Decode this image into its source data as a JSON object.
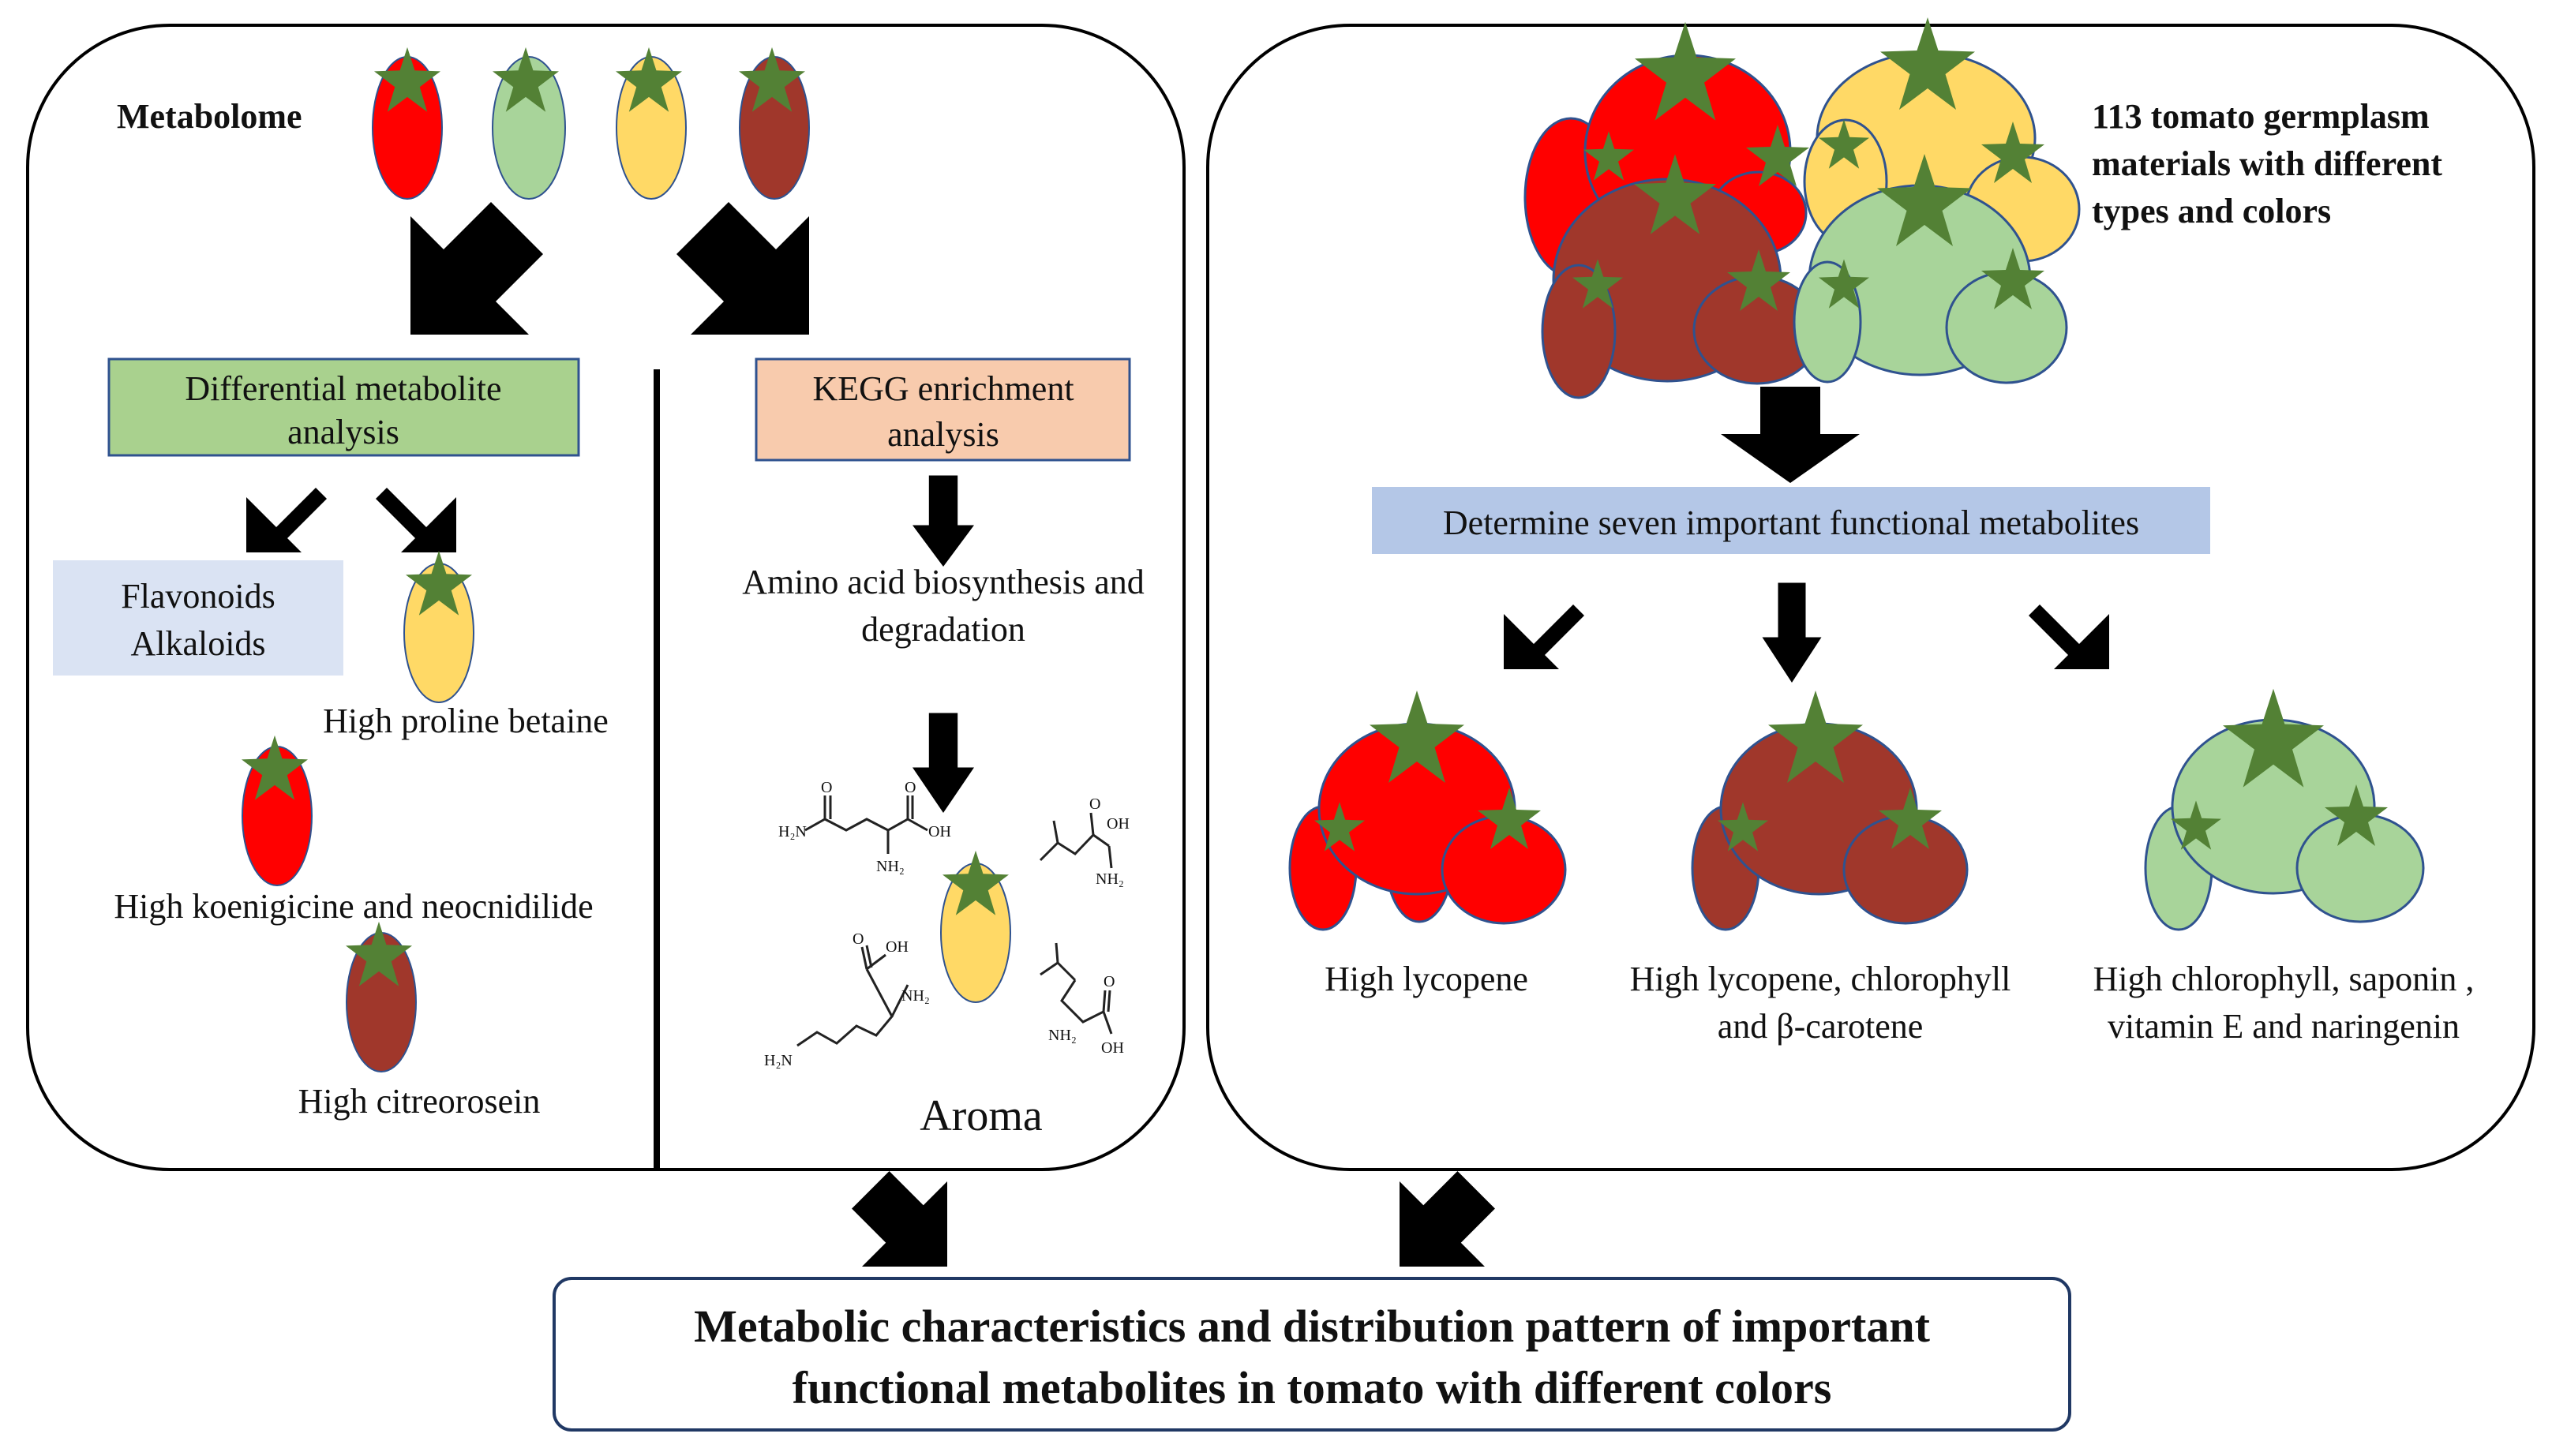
{
  "left_panel": {
    "metabolome_label": "Metabolome",
    "differential_box": {
      "line1": "Differential metabolite",
      "line2": "analysis"
    },
    "kegg_box": {
      "line1": "KEGG enrichment",
      "line2": "analysis"
    },
    "flavonoids_box": {
      "line1": "Flavonoids",
      "line2": "Alkaloids"
    },
    "label_high_proline": "High proline betaine",
    "label_high_koenigicine": "High koenigicine and neocnidilide",
    "label_high_citreorosein": "High citreorosein",
    "amino_acid": {
      "line1": "Amino acid biosynthesis and",
      "line2": "degradation"
    },
    "aroma_label": "Aroma",
    "chem_labels": {
      "h2n": "H₂N",
      "nh2": "NH₂",
      "oh": "OH",
      "o": "O"
    }
  },
  "right_panel": {
    "germplasm": {
      "line1": "113 tomato germplasm",
      "line2": "materials with different",
      "line3": "types and colors"
    },
    "determine_box": "Determine seven important functional metabolites",
    "outcome_red": "High lycopene",
    "outcome_brown": {
      "line1": "High lycopene, chlorophyll",
      "line2": "and β-carotene"
    },
    "outcome_green": {
      "line1": "High chlorophyll, saponin ,",
      "line2": "vitamin E and naringenin"
    }
  },
  "bottom_box": {
    "line1": "Metabolic characteristics and distribution pattern of important",
    "line2": "functional metabolites in tomato with different colors"
  },
  "colors": {
    "tomato_red": "#ff0000",
    "tomato_green": "#a8d49a",
    "tomato_yellow": "#ffd966",
    "tomato_brown": "#a0372b",
    "calyx": "#538135",
    "box_green": "#a9d18e",
    "box_orange": "#f8cbad",
    "box_blue": "#b4c7e7",
    "box_lightblue": "#dae3f3"
  }
}
